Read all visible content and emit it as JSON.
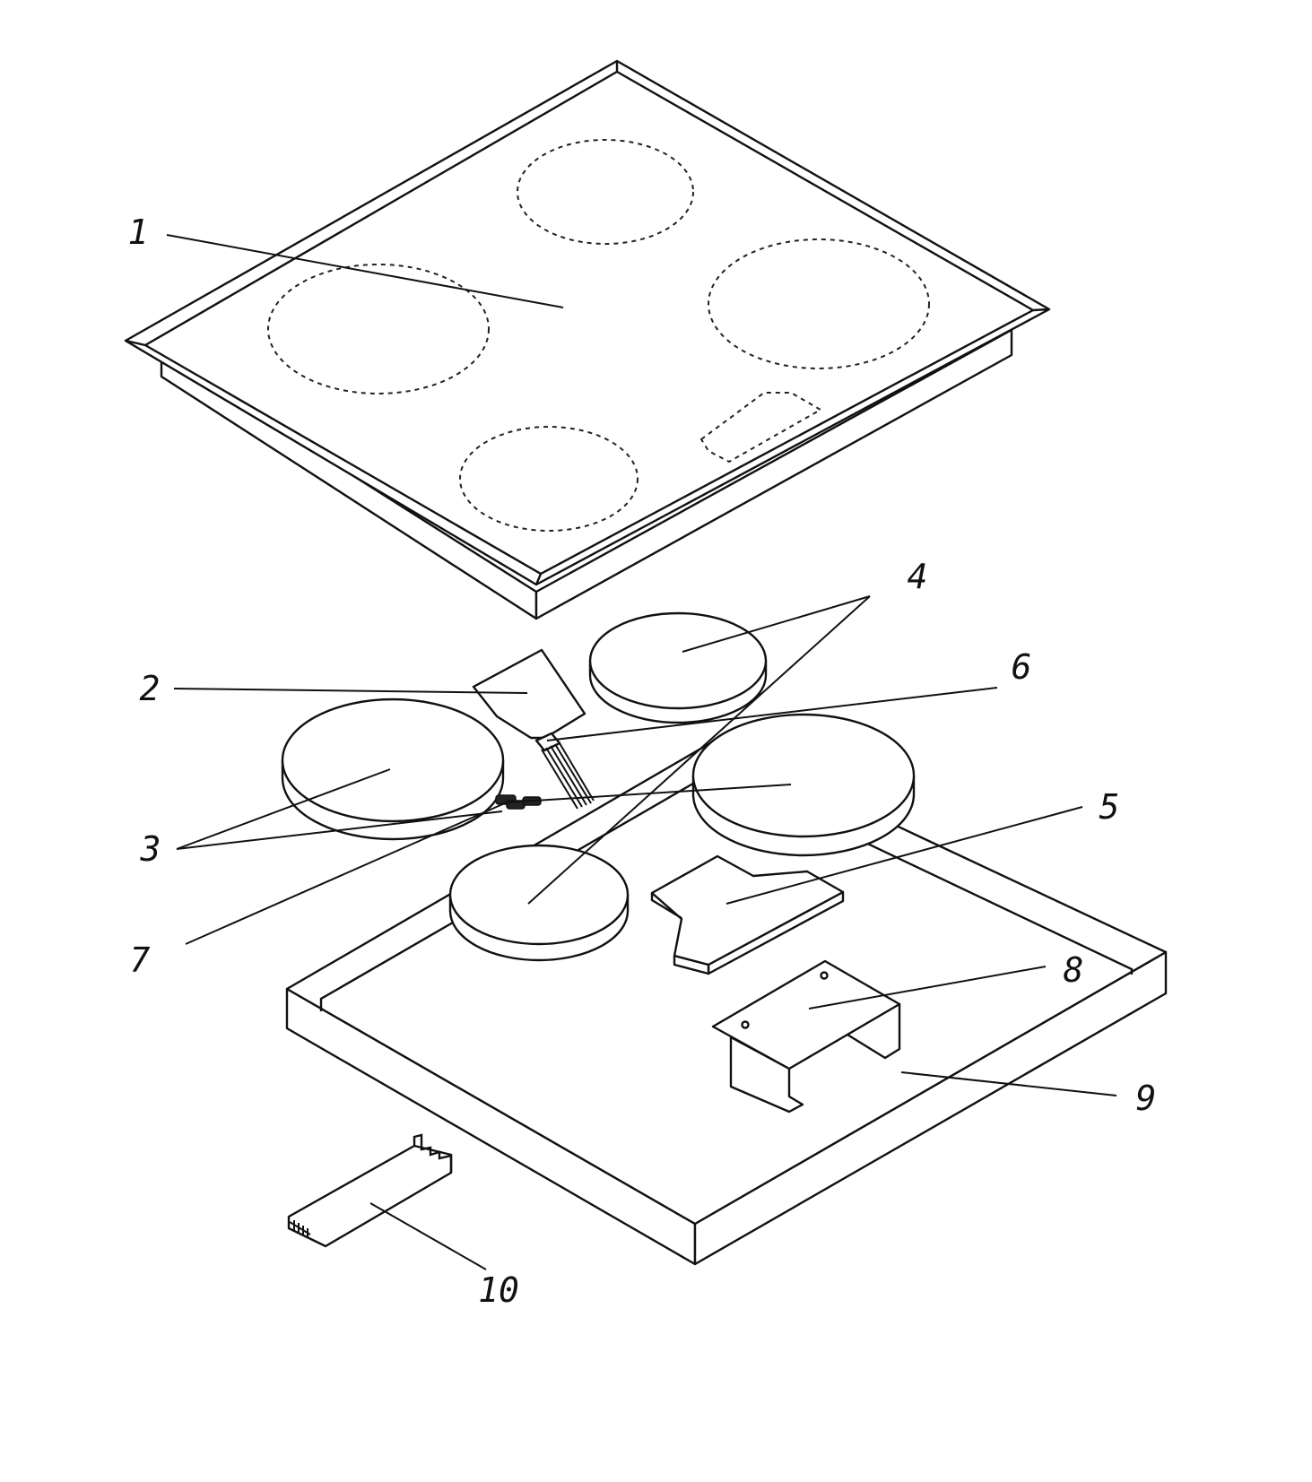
{
  "diagram": {
    "callouts": [
      {
        "id": "1",
        "text": "1"
      },
      {
        "id": "2",
        "text": "2"
      },
      {
        "id": "3",
        "text": "3"
      },
      {
        "id": "4",
        "text": "4"
      },
      {
        "id": "5",
        "text": "5"
      },
      {
        "id": "6",
        "text": "6"
      },
      {
        "id": "7",
        "text": "7"
      },
      {
        "id": "8",
        "text": "8"
      },
      {
        "id": "9",
        "text": "9"
      },
      {
        "id": "10",
        "text": "10"
      }
    ],
    "colors": {
      "line": "#111111",
      "background": "#ffffff"
    }
  }
}
